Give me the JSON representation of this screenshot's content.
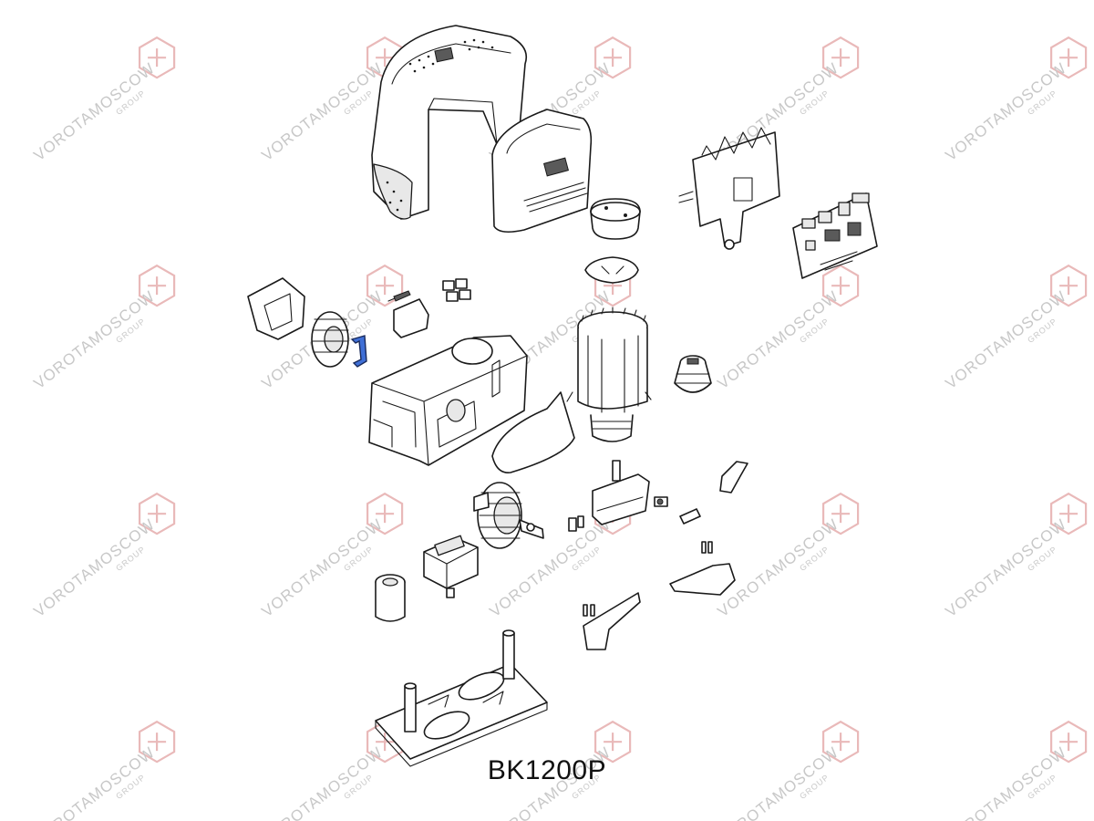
{
  "diagram": {
    "model_label": "BK1200P"
  },
  "watermark": {
    "text": "VOROTAMOSCOW",
    "sub_text": "GROUP"
  },
  "colors": {
    "line": "#1a1a1a",
    "highlight_part": "#3f6fd6",
    "watermark_logo": "#e9b9b9",
    "watermark_text": "#c8c8c8"
  }
}
